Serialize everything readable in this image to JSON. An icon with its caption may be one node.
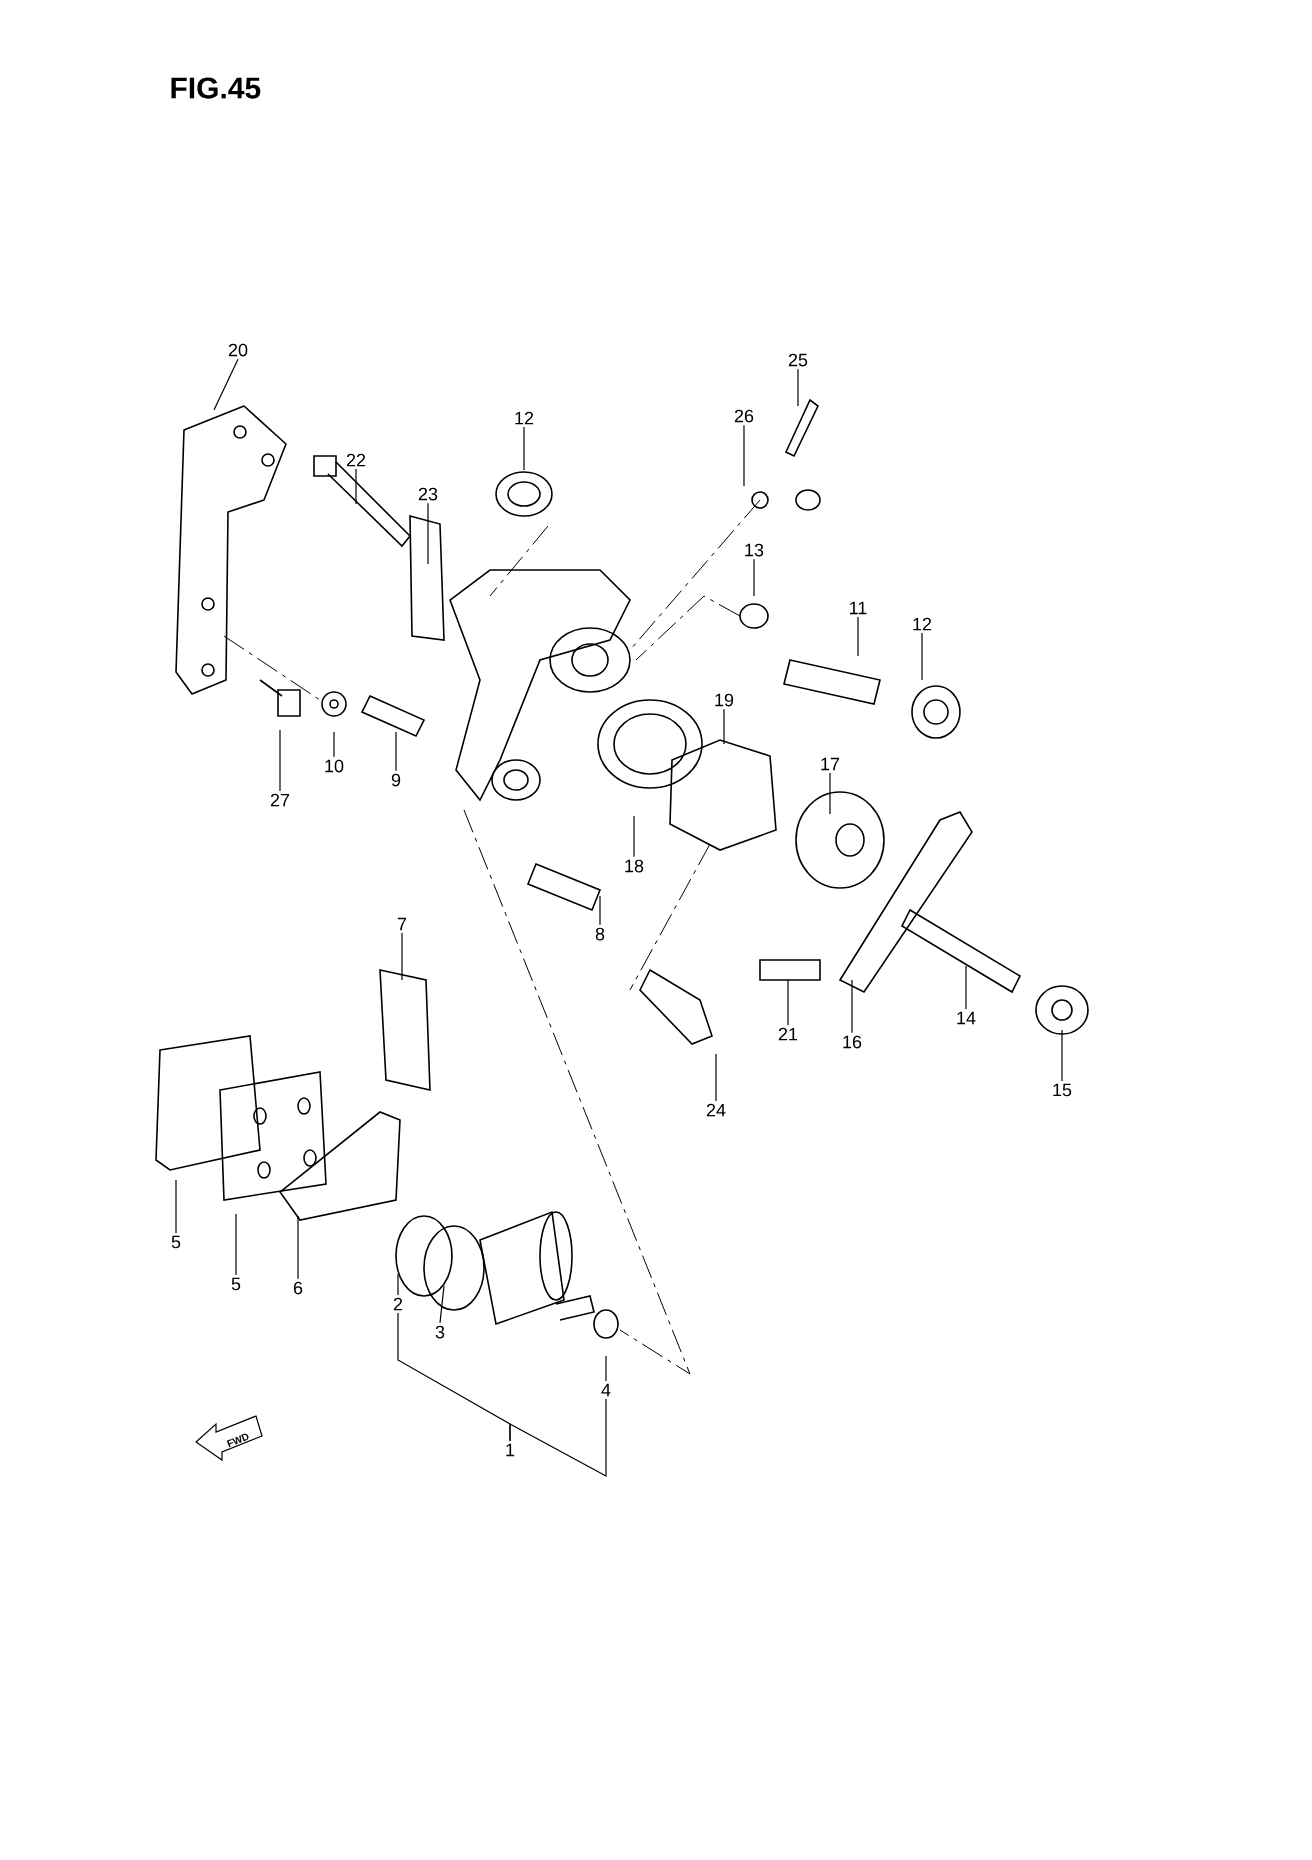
{
  "diagram": {
    "title": "FIG.45",
    "nodes": [
      {
        "text": [
          "20"
        ]
      },
      {
        "text": [
          "25"
        ]
      },
      {
        "text": [
          "12"
        ]
      },
      {
        "text": [
          "26"
        ]
      },
      {
        "text": [
          "22"
        ]
      },
      {
        "text": [
          "23"
        ]
      },
      {
        "text": [
          "13"
        ]
      },
      {
        "text": [
          "11"
        ]
      },
      {
        "text": [
          "12"
        ]
      },
      {
        "text": [
          "19"
        ]
      },
      {
        "text": [
          "10"
        ]
      },
      {
        "text": [
          "17"
        ]
      },
      {
        "text": [
          "9"
        ]
      },
      {
        "text": [
          "27"
        ]
      },
      {
        "text": [
          "18"
        ]
      },
      {
        "text": [
          "7"
        ]
      },
      {
        "text": [
          "8"
        ]
      },
      {
        "text": [
          "14"
        ]
      },
      {
        "text": [
          "21"
        ]
      },
      {
        "text": [
          "16"
        ]
      },
      {
        "text": [
          "15"
        ]
      },
      {
        "text": [
          "24"
        ]
      },
      {
        "text": [
          "5"
        ]
      },
      {
        "text": [
          "5"
        ]
      },
      {
        "text": [
          "6"
        ]
      },
      {
        "text": [
          "2"
        ]
      },
      {
        "text": [
          "3"
        ]
      },
      {
        "text": [
          "4"
        ]
      },
      {
        "text": [
          "1"
        ]
      }
    ],
    "edges": [
      {
        "from": 0,
        "to": null,
        "arrow": "none"
      },
      {
        "from": 1,
        "to": null,
        "arrow": "none"
      },
      {
        "from": 2,
        "to": null,
        "arrow": "none"
      },
      {
        "from": 3,
        "to": null,
        "arrow": "none"
      },
      {
        "from": 4,
        "to": null,
        "arrow": "none"
      },
      {
        "from": 5,
        "to": null,
        "arrow": "none"
      },
      {
        "from": 6,
        "to": null,
        "arrow": "none"
      },
      {
        "from": 7,
        "to": null,
        "arrow": "none"
      },
      {
        "from": 8,
        "to": null,
        "arrow": "none"
      },
      {
        "from": 9,
        "to": null,
        "arrow": "none"
      },
      {
        "from": 10,
        "to": null,
        "arrow": "none"
      },
      {
        "from": 11,
        "to": null,
        "arrow": "none"
      },
      {
        "from": 12,
        "to": null,
        "arrow": "none"
      },
      {
        "from": 13,
        "to": null,
        "arrow": "none"
      },
      {
        "from": 14,
        "to": null,
        "arrow": "none"
      },
      {
        "from": 15,
        "to": null,
        "arrow": "none"
      },
      {
        "from": 16,
        "to": null,
        "arrow": "none"
      },
      {
        "from": 17,
        "to": null,
        "arrow": "none"
      },
      {
        "from": 18,
        "to": null,
        "arrow": "none"
      },
      {
        "from": 19,
        "to": null,
        "arrow": "none"
      },
      {
        "from": 20,
        "to": null,
        "arrow": "none"
      },
      {
        "from": 21,
        "to": null,
        "arrow": "none"
      },
      {
        "from": 22,
        "to": null,
        "arrow": "none"
      },
      {
        "from": 23,
        "to": null,
        "arrow": "none"
      },
      {
        "from": 24,
        "to": null,
        "arrow": "none"
      },
      {
        "from": 25,
        "to": null,
        "arrow": "none"
      },
      {
        "from": 26,
        "to": null,
        "arrow": "none"
      },
      {
        "from": 27,
        "to": null,
        "arrow": "none"
      },
      {
        "from": 28,
        "to": 25,
        "arrow": "none"
      },
      {
        "from": 28,
        "to": 27,
        "arrow": "none"
      }
    ],
    "labels": [
      "FWD"
    ]
  }
}
